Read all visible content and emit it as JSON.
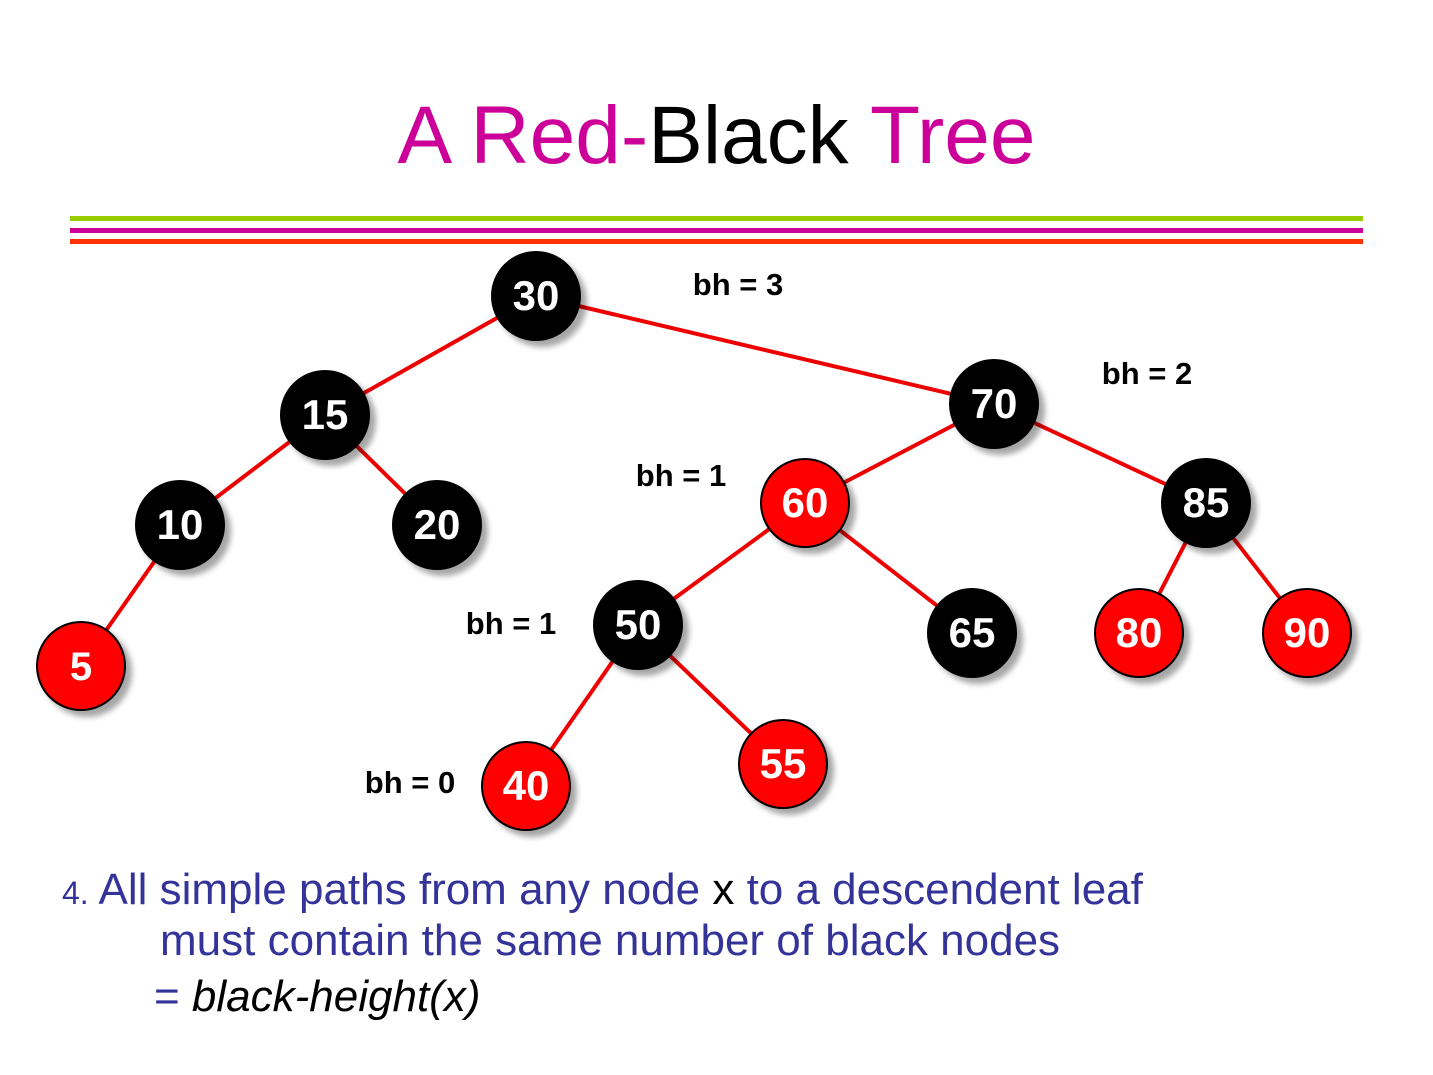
{
  "title": {
    "part1": "A Red-",
    "part2": "Black",
    "part3": " Tree"
  },
  "colors": {
    "title_pink": "#cc0099",
    "rule_green": "#99cc00",
    "rule_pink": "#cc0099",
    "rule_orange": "#ff3300",
    "red_node": "#ff0000",
    "black_node": "#000000",
    "edge": "#ee0000",
    "text_blue": "#333399"
  },
  "tree": {
    "nodes": [
      {
        "id": "n30",
        "label": "30",
        "color": "black"
      },
      {
        "id": "n15",
        "label": "15",
        "color": "black"
      },
      {
        "id": "n70",
        "label": "70",
        "color": "black"
      },
      {
        "id": "n10",
        "label": "10",
        "color": "black"
      },
      {
        "id": "n20",
        "label": "20",
        "color": "black"
      },
      {
        "id": "n5",
        "label": "5",
        "color": "red"
      },
      {
        "id": "n60",
        "label": "60",
        "color": "red"
      },
      {
        "id": "n85",
        "label": "85",
        "color": "black"
      },
      {
        "id": "n50",
        "label": "50",
        "color": "black"
      },
      {
        "id": "n65",
        "label": "65",
        "color": "black"
      },
      {
        "id": "n80",
        "label": "80",
        "color": "red"
      },
      {
        "id": "n90",
        "label": "90",
        "color": "red"
      },
      {
        "id": "n40",
        "label": "40",
        "color": "red"
      },
      {
        "id": "n55",
        "label": "55",
        "color": "red"
      }
    ],
    "edges": [
      [
        "n30",
        "n15"
      ],
      [
        "n30",
        "n70"
      ],
      [
        "n15",
        "n10"
      ],
      [
        "n15",
        "n20"
      ],
      [
        "n10",
        "n5"
      ],
      [
        "n70",
        "n60"
      ],
      [
        "n70",
        "n85"
      ],
      [
        "n60",
        "n50"
      ],
      [
        "n60",
        "n65"
      ],
      [
        "n85",
        "n80"
      ],
      [
        "n85",
        "n90"
      ],
      [
        "n50",
        "n40"
      ],
      [
        "n50",
        "n55"
      ]
    ],
    "bh_labels": [
      {
        "node": "n30",
        "text": "bh = 3"
      },
      {
        "node": "n70",
        "text": "bh = 2"
      },
      {
        "node": "n60",
        "text": "bh = 1"
      },
      {
        "node": "n50",
        "text": "bh = 1"
      },
      {
        "node": "n40",
        "text": "bh = 0"
      }
    ]
  },
  "property": {
    "number": "4.",
    "line1_a": " All simple paths from any node ",
    "line1_x": "x",
    "line1_b": " to a descendent leaf",
    "line2": "must contain the same number of black nodes",
    "line3_eq": "= ",
    "line3_term": "black-height(x)"
  }
}
